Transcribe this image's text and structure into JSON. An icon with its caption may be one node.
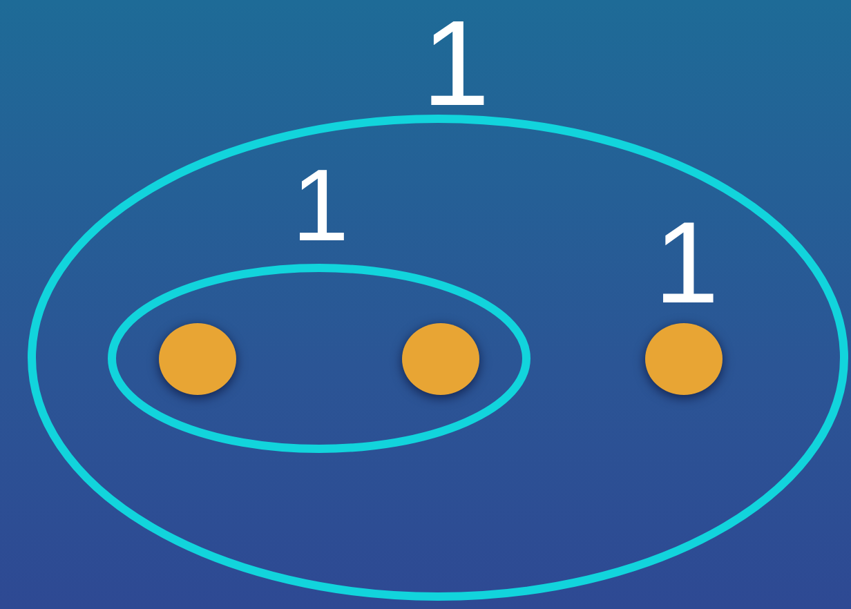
{
  "diagram": {
    "nodes": [
      {
        "text": [
          "1"
        ]
      },
      {
        "text": [
          "1"
        ],
        "in": 0
      },
      {
        "text": [],
        "shape": "circle",
        "in": 1
      },
      {
        "text": [],
        "shape": "circle",
        "in": 1
      },
      {
        "text": [],
        "shape": "circle",
        "in": 0,
        "beside": [
          "1"
        ]
      }
    ]
  }
}
